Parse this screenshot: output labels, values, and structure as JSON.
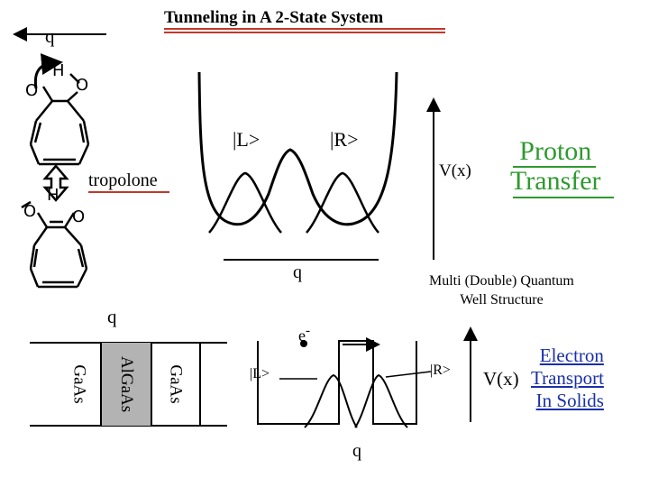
{
  "title": "Tunneling in A 2-State System",
  "molecule": {
    "q_label": "q",
    "h_atom_top": "H",
    "o_left_top": "O",
    "o_right_top": "O",
    "h_atom_bottom": "H",
    "o_left_bottom": "O",
    "o_right_bottom": "O",
    "name": "tropolone"
  },
  "double_well": {
    "left_state": "|L>",
    "right_state": "|R>",
    "potential_label": "V(x)",
    "q_label": "q"
  },
  "proton_transfer": {
    "line1": "Proton",
    "line2": "Transfer"
  },
  "quantum_well": {
    "caption_line1": "Multi (Double) Quantum",
    "caption_line2": "Well Structure",
    "q_label": "q",
    "layers": [
      "GaAs",
      "AlGaAs",
      "GaAs"
    ],
    "electron_label": "e",
    "electron_superscript": "-",
    "left_state": "|L>",
    "right_state": "|R>",
    "potential_label": "V(x)",
    "q_bottom": "q"
  },
  "electron_transport": {
    "line1": "Electron",
    "line2": "Transport",
    "line3": "In Solids"
  },
  "colors": {
    "underline_red": "#c0392b",
    "proton_green": "#2e9a2e",
    "electron_blue": "#1a2fa8",
    "barrier_gray": "#b3b3b3"
  }
}
